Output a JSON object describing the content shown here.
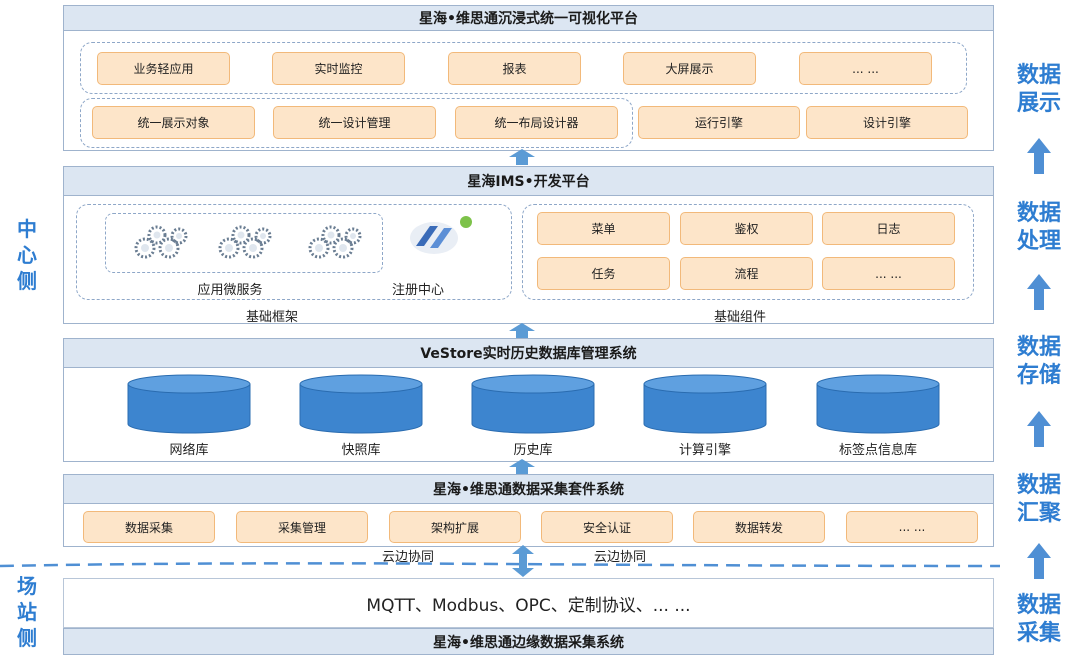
{
  "layer_display": {
    "title": "星海•维思通沉浸式统一可视化平台",
    "row1": [
      "业务轻应用",
      "实时监控",
      "报表",
      "大屏展示",
      "... ..."
    ],
    "row2_dashed": [
      "统一展示对象",
      "统一设计管理",
      "统一布局设计器"
    ],
    "row2_extra": [
      "运行引擎",
      "设计引擎"
    ]
  },
  "layer_process": {
    "title": "星海IMS•开发平台",
    "microservice_label": "应用微服务",
    "registry_label": "注册中心",
    "framework_label": "基础框架",
    "components_label": "基础组件",
    "components": [
      "菜单",
      "鉴权",
      "日志",
      "任务",
      "流程",
      "... ..."
    ]
  },
  "layer_storage": {
    "title": "VeStore实时历史数据库管理系统",
    "databases": [
      "网络库",
      "快照库",
      "历史库",
      "计算引擎",
      "标签点信息库"
    ]
  },
  "layer_collect": {
    "title": "星海•维思通数据采集套件系统",
    "items": [
      "数据采集",
      "采集管理",
      "架构扩展",
      "安全认证",
      "数据转发",
      "... ..."
    ],
    "cloud_edge_1": "云边协同",
    "cloud_edge_2": "云边协同"
  },
  "layer_edge": {
    "protocols": "MQTT、Modbus、OPC、定制协议、... ...",
    "title": "星海•维思通边缘数据采集系统"
  },
  "left_labels": {
    "center": "中心侧",
    "station": "场站侧"
  },
  "right_labels": [
    "数据展示",
    "数据处理",
    "数据存储",
    "数据汇聚",
    "数据采集"
  ],
  "colors": {
    "accent_blue": "#2e7dd1",
    "arrow_blue": "#5b9bd5",
    "orange_fill": "#fde5c9",
    "title_fill": "#dce6f2"
  }
}
